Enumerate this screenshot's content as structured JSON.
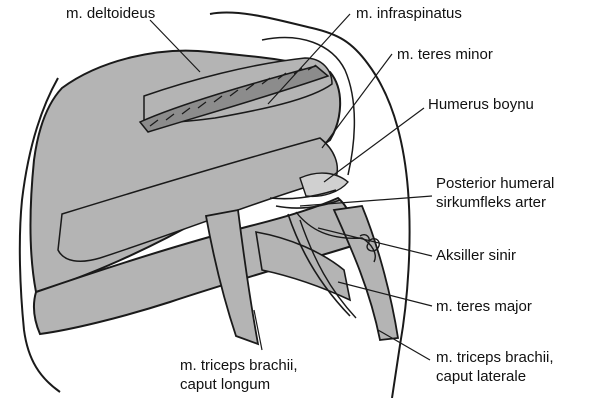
{
  "labels": {
    "deltoideus": "m. deltoideus",
    "infraspinatus": "m. infraspinatus",
    "teres_minor": "m. teres minor",
    "humerus_boynu": "Humerus boynu",
    "posterior_line1": "Posterior humeral",
    "posterior_line2": "sirkumfleks arter",
    "aksiller": "Aksiller sinir",
    "teres_major": "m. teres major",
    "triceps_long_line1": "m. triceps brachii,",
    "triceps_long_line2": "caput longum",
    "triceps_lat_line1": "m. triceps brachii,",
    "triceps_lat_line2": "caput laterale"
  },
  "colors": {
    "muscle_fill": "#b4b4b4",
    "outline": "#1a1a1a",
    "background": "#ffffff"
  }
}
